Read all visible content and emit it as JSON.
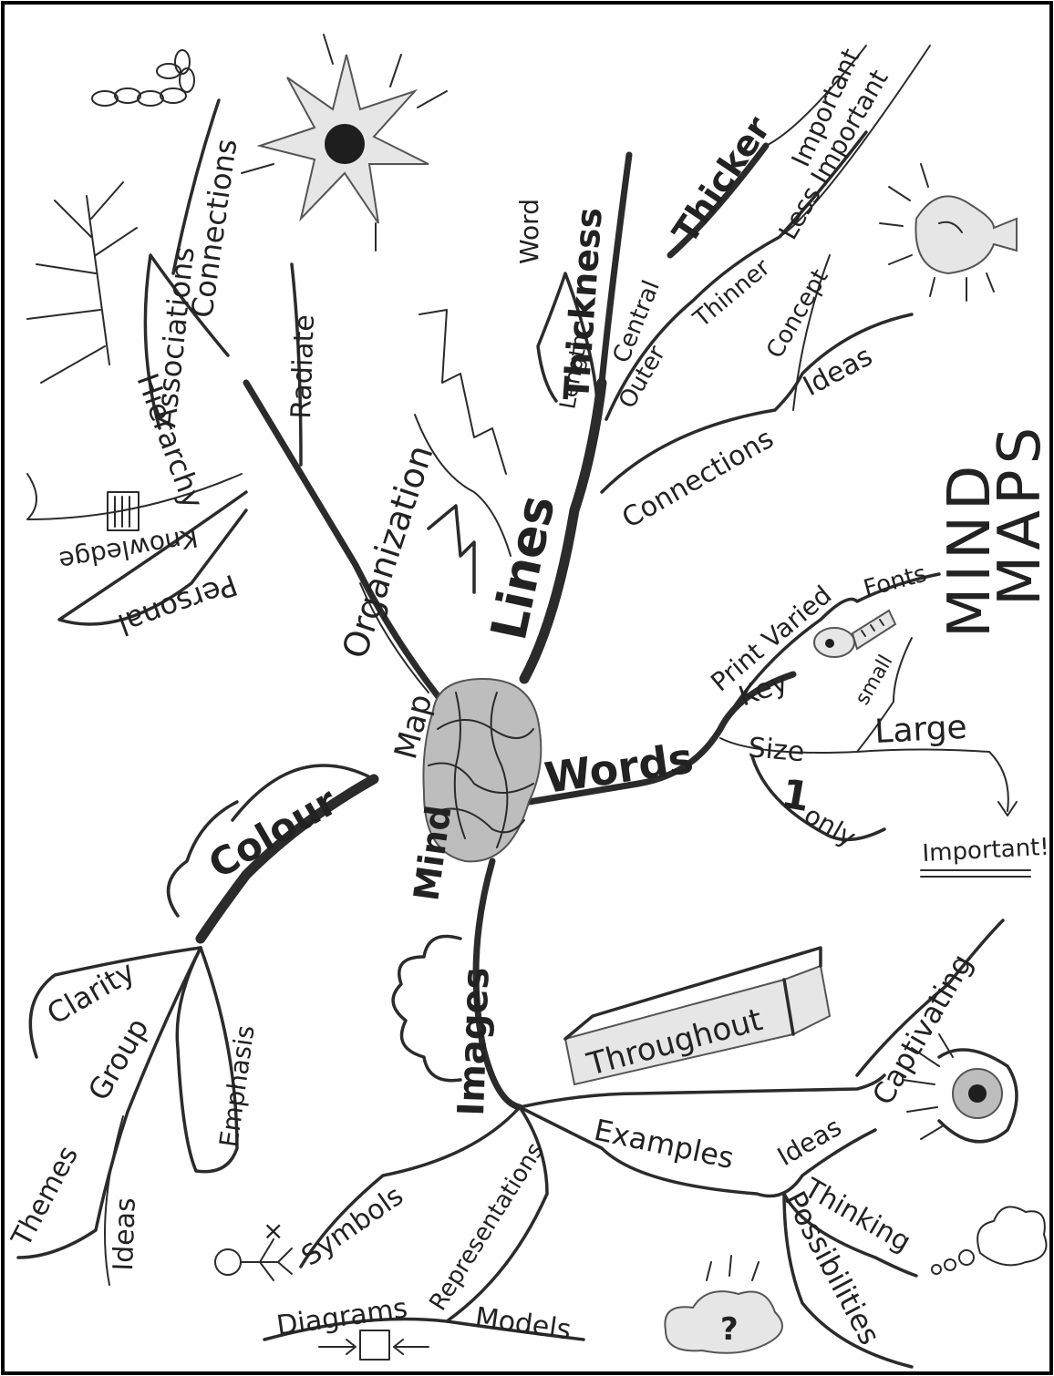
{
  "center": {
    "mind": "Mind",
    "map": "Map"
  },
  "branches": {
    "lines": {
      "title": "Lines",
      "thickness": "Thickness",
      "length": "Length",
      "word": "Word",
      "central": "Central",
      "outer": "Outer",
      "thicker": "Thicker",
      "thinner": "Thinner",
      "important": "Important",
      "less_important": "Less Important",
      "connections": "Connections",
      "concept": "Concept",
      "ideas": "Ideas"
    },
    "words": {
      "title": "Words",
      "print_varied": "Print Varied",
      "fonts": "Fonts",
      "key": "Key",
      "small": "small",
      "size": "Size",
      "large": "Large",
      "only": "only",
      "one": "1",
      "important": "Important!"
    },
    "organization": {
      "title": "Organization",
      "radiate": "Radiate",
      "hierarchy": "Hierarchy",
      "associations": "Associations",
      "connections": "Connections",
      "personal": "Personal",
      "knowledge": "Knowledge"
    },
    "colour": {
      "title": "Colour",
      "clarity": "Clarity",
      "group": "Group",
      "emphasis": "Emphasis",
      "themes": "Themes",
      "ideas": "Ideas"
    },
    "images": {
      "title": "Images",
      "throughout": "Throughout",
      "captivating": "Captivating",
      "examples": "Examples",
      "ideas": "Ideas",
      "thinking": "Thinking",
      "possibilities": "Possibilities",
      "symbols": "Symbols",
      "representations": "Representations",
      "diagrams": "Diagrams",
      "models": "Models"
    }
  },
  "side_title": {
    "line1": "MIND",
    "line2": "MAPS"
  }
}
